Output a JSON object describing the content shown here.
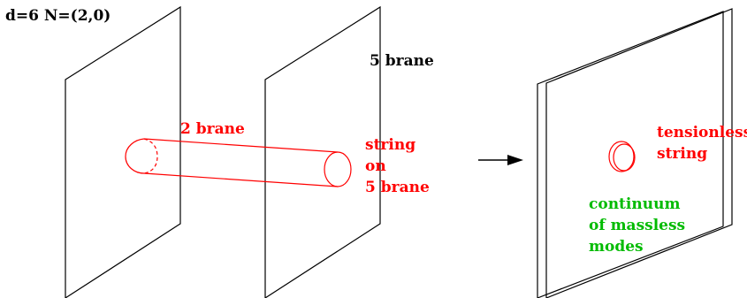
{
  "title": "d=6 N=(2,0)",
  "labels": {
    "five_brane": "5 brane",
    "two_brane": "2 brane",
    "string_on_5brane": [
      "string",
      "on",
      "5 brane"
    ],
    "tensionless_string": [
      "tensionless",
      "string"
    ],
    "continuum": [
      "continuum",
      "of massless",
      "modes"
    ]
  },
  "colors": {
    "black": "#000000",
    "red": "#ff0000",
    "green": "#00bb00"
  },
  "icons": {
    "arrow": "right-arrow-icon"
  }
}
